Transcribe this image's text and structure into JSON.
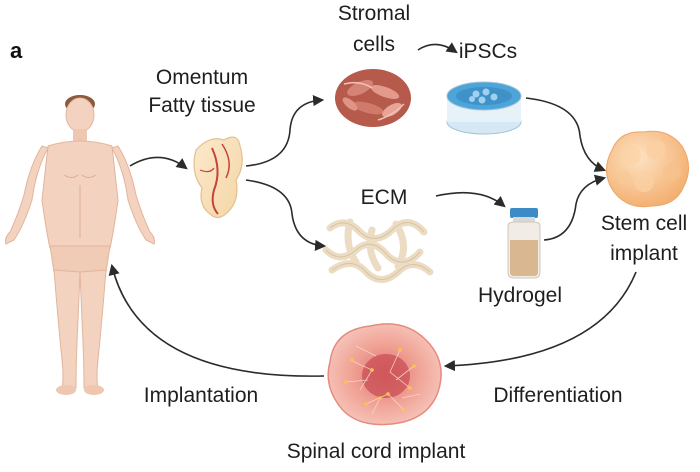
{
  "panel_letter": "a",
  "labels": {
    "omentum_line1": "Omentum",
    "omentum_line2": "Fatty tissue",
    "stromal_line1": "Stromal",
    "stromal_line2": "cells",
    "ipscs": "iPSCs",
    "ecm": "ECM",
    "hydrogel": "Hydrogel",
    "stem_line1": "Stem cell",
    "stem_line2": "implant",
    "differentiation": "Differentiation",
    "implantation": "Implantation",
    "spinal": "Spinal cord implant"
  },
  "colors": {
    "arrow": "#2b2b2b",
    "skin": "#f3d2c0",
    "hair": "#8a5a3a",
    "stromal": "#b65a4c",
    "ecm_fiber": "#ecdcc4",
    "dish_medium": "#4da4d8",
    "vial_liquid": "#d9b891",
    "vial_cap": "#3c8bc6",
    "stem_cell": "#f9c48e",
    "spinal_outer": "#f3a79a",
    "spinal_core": "#d95f5d"
  }
}
